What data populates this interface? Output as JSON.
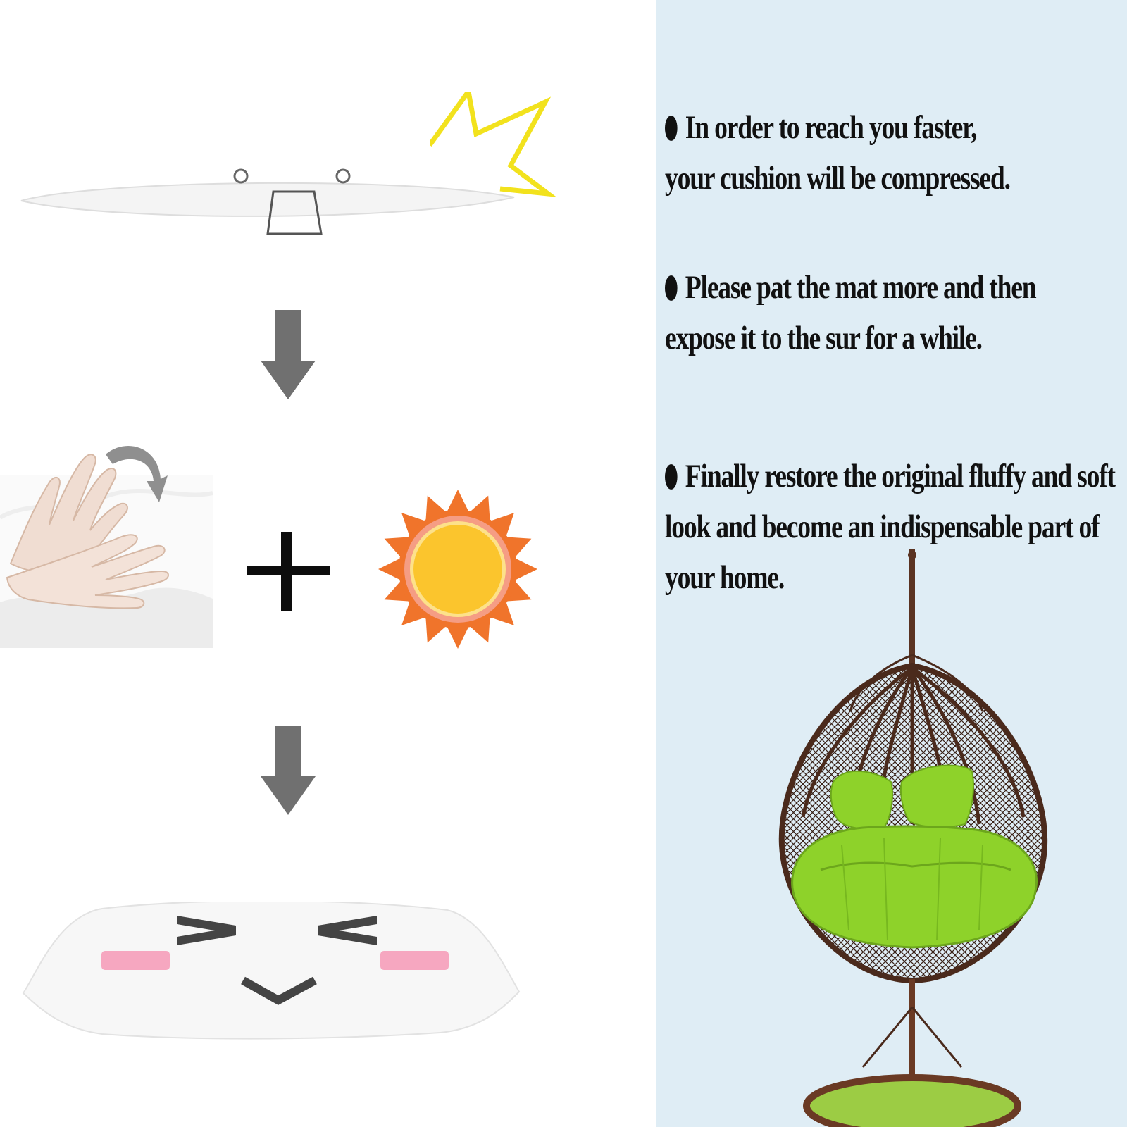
{
  "instructions": [
    {
      "lines": [
        "In order to reach you faster,",
        "your cushion will be compressed."
      ]
    },
    {
      "lines": [
        "Please pat the mat more and then",
        "expose it to the sur for a while."
      ]
    },
    {
      "lines": [
        "Finally restore the original fluffy and soft",
        "look and become an indispensable part of",
        "your home."
      ]
    }
  ],
  "colors": {
    "panel_bg": "#dfedf5",
    "arrow": "#707070",
    "lightning": "#f2e21d",
    "sun_outer": "#f0742b",
    "sun_ring": "#f59d84",
    "sun_core": "#fbc52d",
    "blush": "#f6a7c0",
    "cushion_green": "#8ed22a",
    "chair_frame": "#4a2a1c"
  },
  "icons": [
    "lightning-icon",
    "down-arrow-icon",
    "plus-icon",
    "sun-icon",
    "hand-pat-icon",
    "happy-pillow-icon",
    "flat-pillow-icon",
    "hanging-egg-chair-image"
  ]
}
